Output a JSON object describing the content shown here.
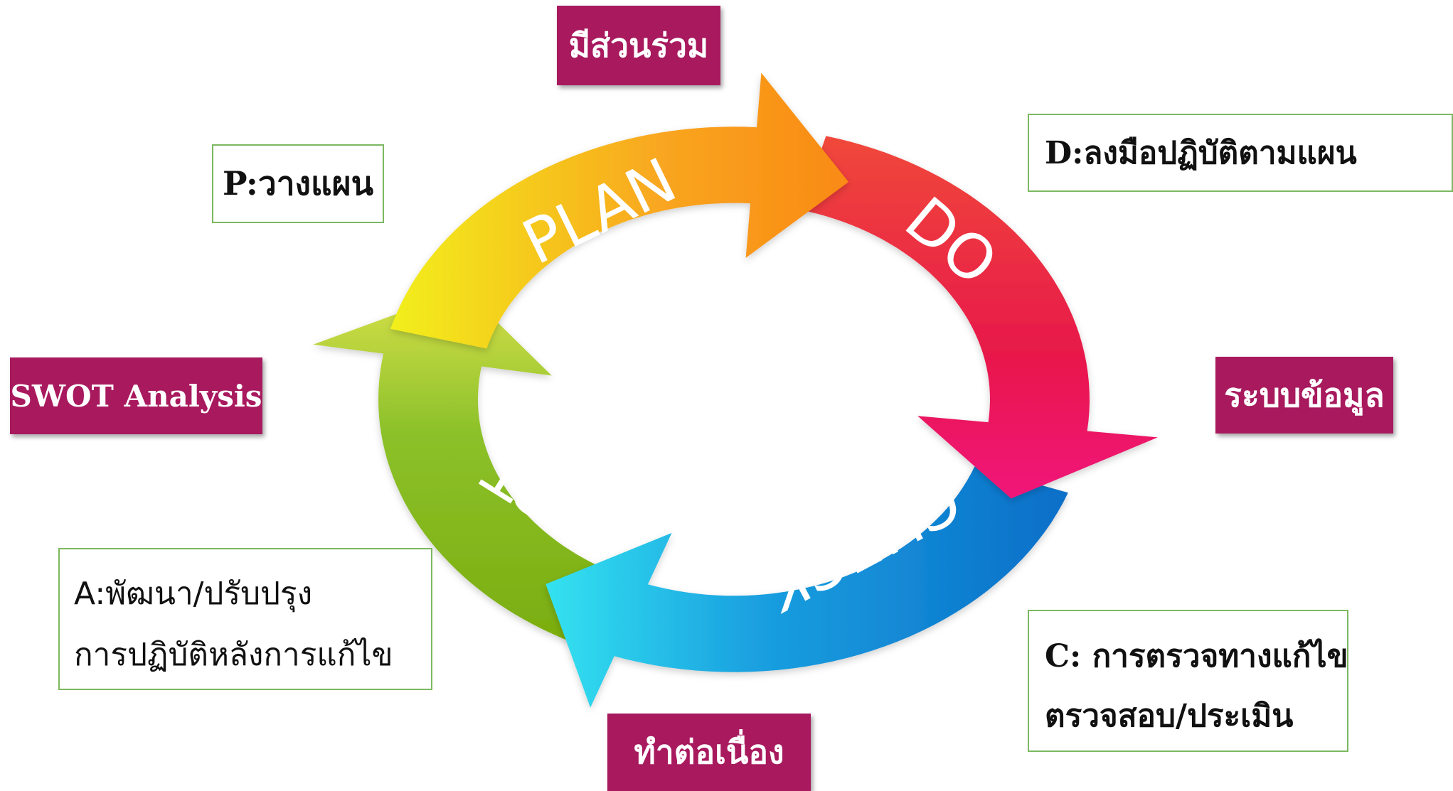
{
  "cycle": {
    "stages": [
      {
        "key": "plan",
        "label": "PLAN",
        "colors": [
          "#f2ef1c",
          "#f9a520",
          "#f98a13"
        ]
      },
      {
        "key": "do",
        "label": "DO",
        "colors": [
          "#f0483a",
          "#e8194a",
          "#f0197a"
        ]
      },
      {
        "key": "check",
        "label": "CHECK",
        "colors": [
          "#0a6ec8",
          "#1aa0e0",
          "#34e2f0"
        ]
      },
      {
        "key": "act",
        "label": "ACT",
        "colors": [
          "#7aad0e",
          "#8cc12a",
          "#d7e04a"
        ]
      }
    ]
  },
  "tags": {
    "participation": "มีส่วนร่วม",
    "information_system": "ระบบข้อมูล",
    "continuous": "ทำต่อเนื่อง",
    "swot": "SWOT Analysis"
  },
  "notes": {
    "plan": "P:วางแผน",
    "do": "D:ลงมือปฏิบัติตามแผน",
    "check": [
      "C: การตรวจทางแก้ไข",
      "ตรวจสอบ/ประเมิน"
    ],
    "act": [
      "A:พัฒนา/ปรับปรุง",
      "การปฏิบัติหลังการแก้ไข"
    ]
  },
  "colors": {
    "tag_bg": "#a8195e",
    "note_border": "#7cb861"
  }
}
